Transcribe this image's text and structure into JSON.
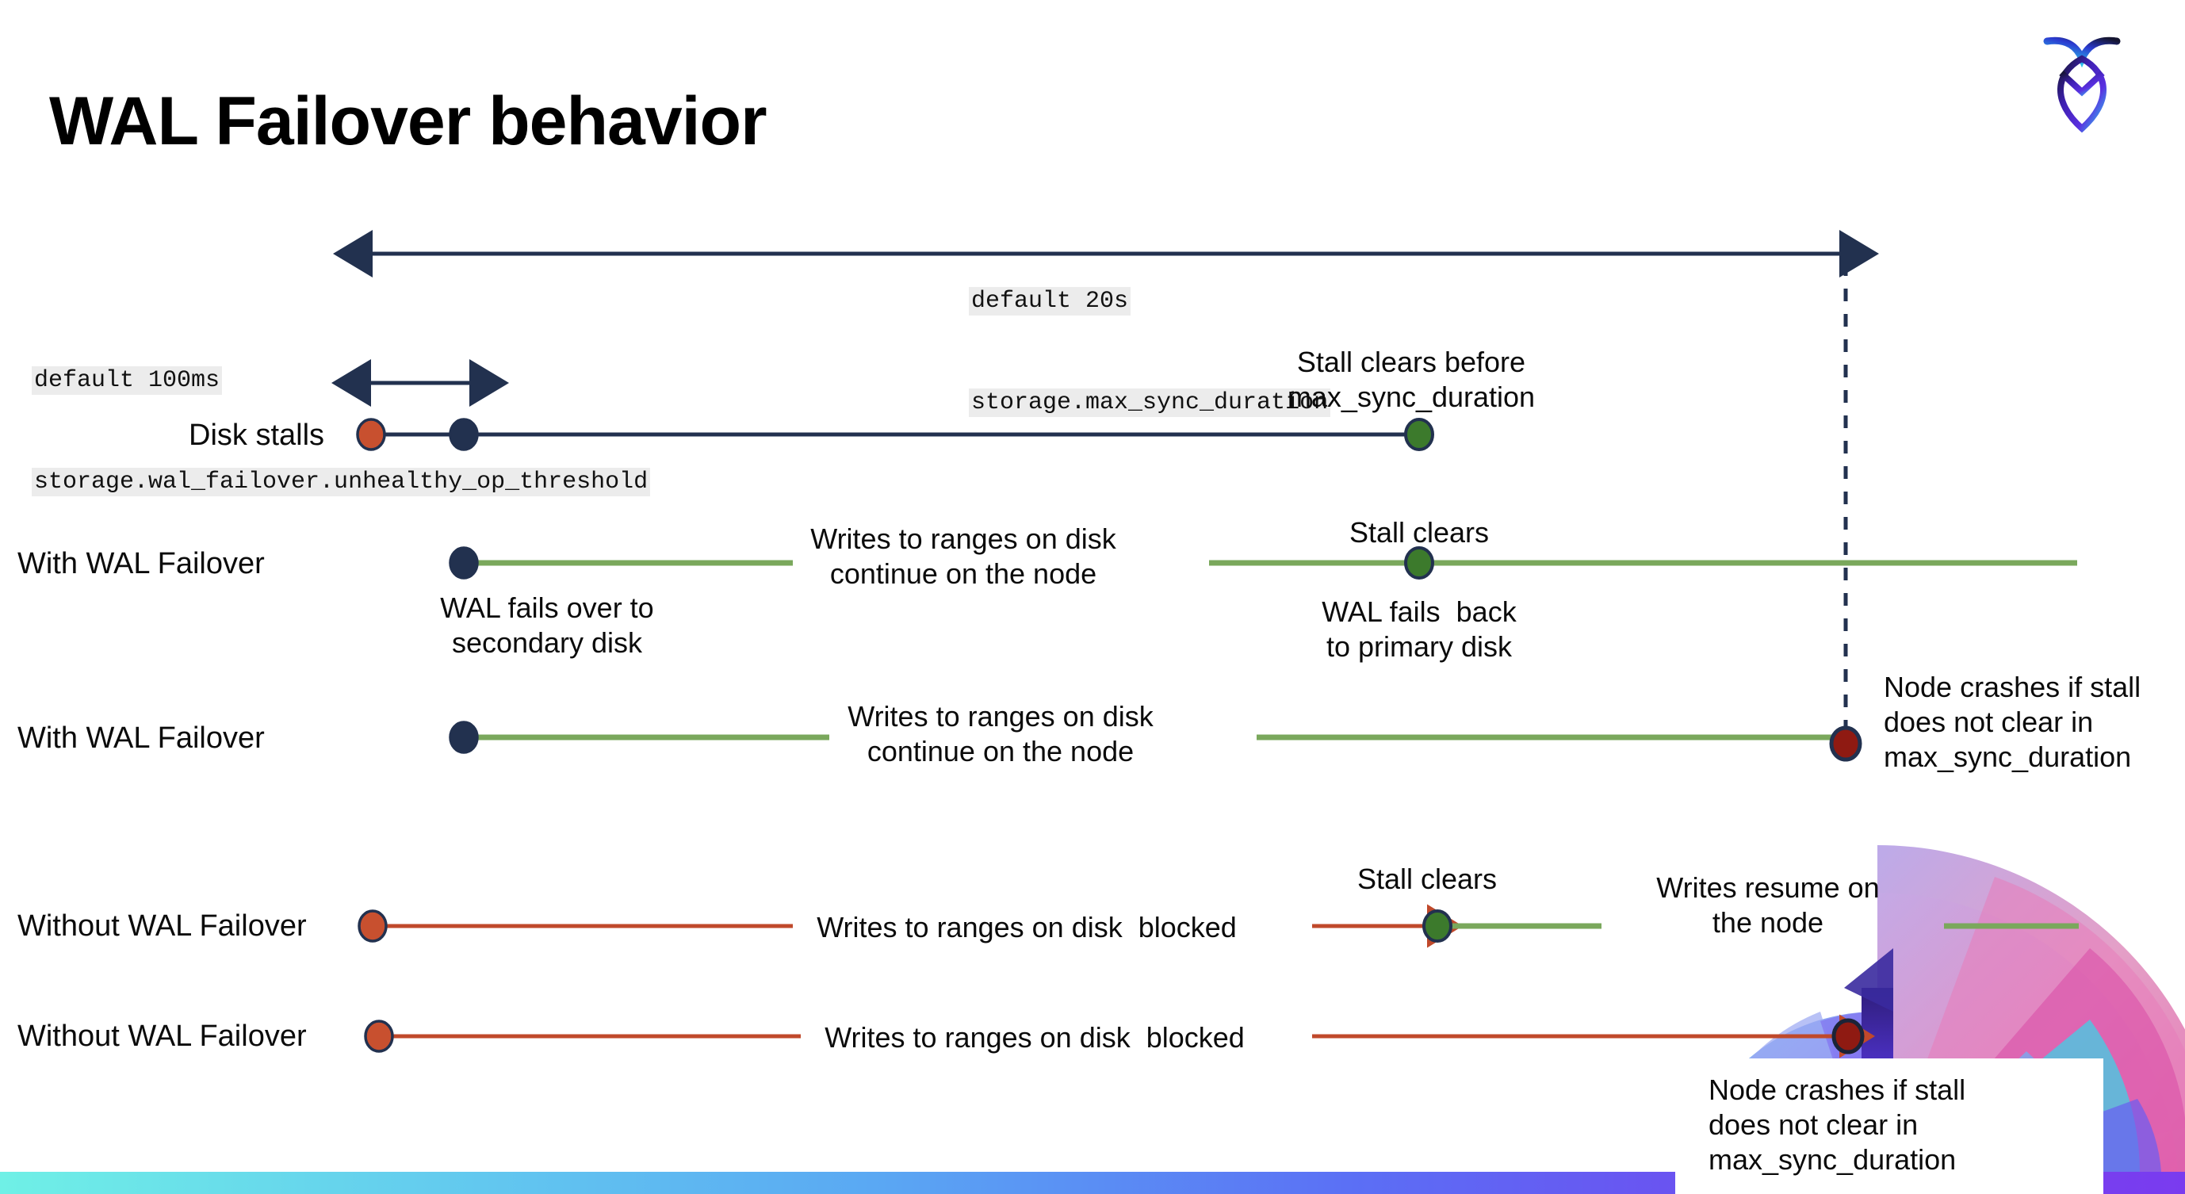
{
  "slide": {
    "title": "WAL Failover behavior",
    "logo_name": "cockroachdb-logo"
  },
  "annotations": {
    "top_interval": {
      "default": "default 20s",
      "setting": "storage.max_sync_duration"
    },
    "left_interval": {
      "default": "default 100ms",
      "setting": "storage.wal_failover.unhealthy_op_threshold"
    }
  },
  "rows": [
    {
      "name": "Disk stalls",
      "kind": "disk-stalls",
      "callouts": [
        {
          "id": "stall-clears-before",
          "text": "Stall clears before\nmax_sync_duration"
        }
      ]
    },
    {
      "name": "With WAL Failover",
      "kind": "with-wal-failover-recovers",
      "callouts": [
        {
          "id": "writes-continue",
          "text": "Writes to ranges on disk\ncontinue on the node"
        },
        {
          "id": "stall-clears",
          "text": "Stall clears"
        },
        {
          "id": "wal-fails-over",
          "text": "WAL fails over to\nsecondary disk"
        },
        {
          "id": "wal-fails-back",
          "text": "WAL fails  back\nto primary disk"
        }
      ]
    },
    {
      "name": "With WAL Failover",
      "kind": "with-wal-failover-crashes",
      "callouts": [
        {
          "id": "writes-continue-2",
          "text": "Writes to ranges on disk\ncontinue on the node"
        },
        {
          "id": "node-crashes-1",
          "text": "Node crashes if stall\ndoes not clear in\nmax_sync_duration"
        }
      ]
    },
    {
      "name": "Without WAL Failover",
      "kind": "without-wal-failover-recovers",
      "callouts": [
        {
          "id": "writes-blocked",
          "text": "Writes to ranges on disk  blocked"
        },
        {
          "id": "stall-clears-2",
          "text": "Stall clears"
        },
        {
          "id": "writes-resume",
          "text": "Writes resume on\nthe node"
        }
      ]
    },
    {
      "name": "Without WAL Failover",
      "kind": "without-wal-failover-crashes",
      "callouts": [
        {
          "id": "writes-blocked-2",
          "text": "Writes to ranges on disk  blocked"
        },
        {
          "id": "node-crashes-2",
          "text": "Node crashes if stall\ndoes not clear in\nmax_sync_duration"
        }
      ]
    }
  ],
  "legend_colors": {
    "navy": "#22314f",
    "green_line": "#7aa85c",
    "green_dot": "#3c7a2c",
    "orange_dot": "#c8502f",
    "orange_line": "#c0492b",
    "dark_red_dot": "#8f1a12",
    "code_bg": "#ececec"
  }
}
